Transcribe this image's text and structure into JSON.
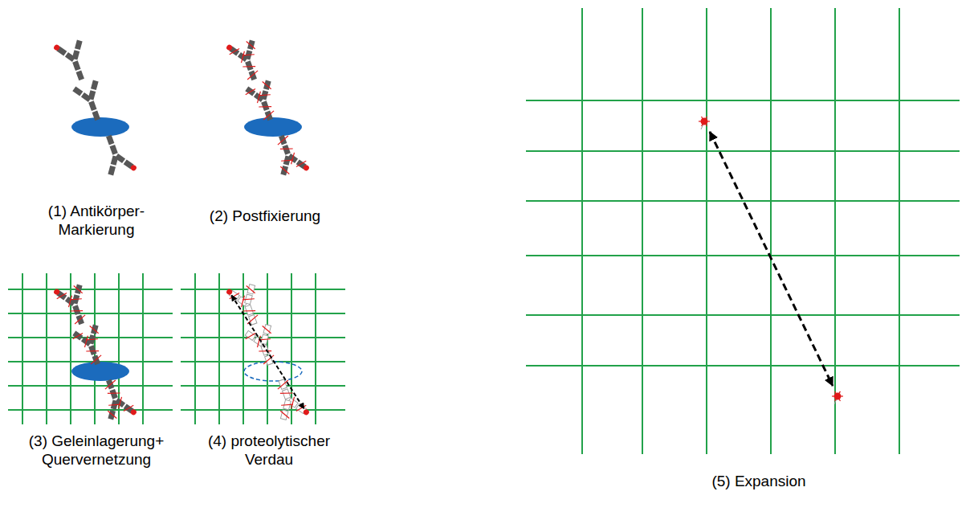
{
  "diagram": {
    "labels": [
      "(1) Antikörper- Markierung",
      "(2) Postfixierung",
      "(3) Geleinlagerung+ Quervernetzung",
      "(4) proteolytischer Verdau",
      "(5) Expansion"
    ]
  }
}
